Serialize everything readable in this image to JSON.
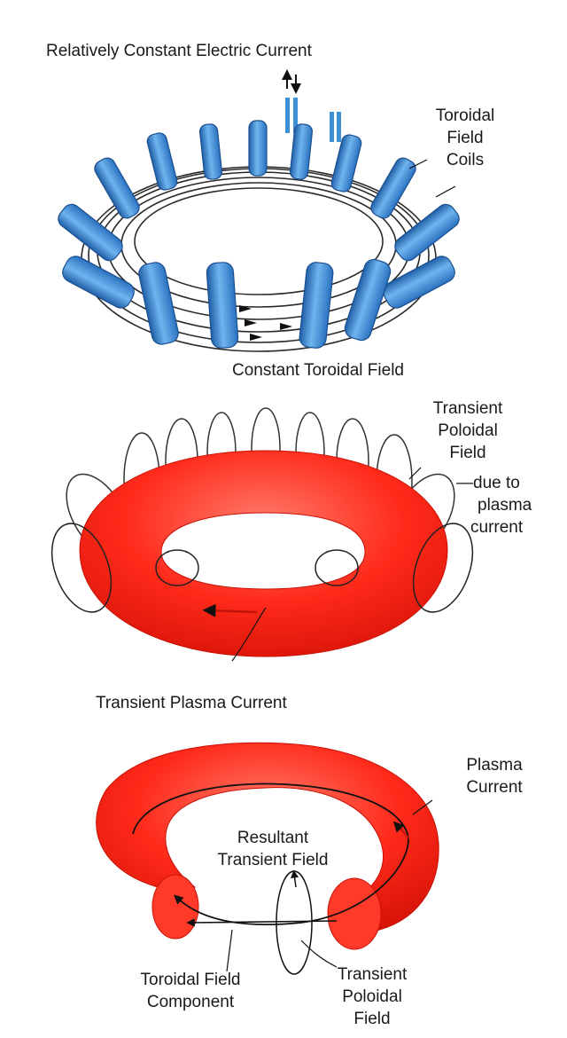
{
  "panel1": {
    "current_label": "Relatively Constant Electric Current",
    "coils_label": [
      "Toroidal",
      "Field",
      "Coils"
    ],
    "field_label": "Constant Toroidal Field"
  },
  "panel2": {
    "poloidal_label": [
      "Transient",
      "Poloidal",
      "Field"
    ],
    "poloidal_note": [
      "—due to",
      "plasma",
      "current"
    ],
    "plasma_label": "Transient Plasma Current"
  },
  "panel3": {
    "plasma_label": [
      "Plasma",
      "Current"
    ],
    "resultant_label": [
      "Resultant",
      "Transient Field"
    ],
    "toroidal_component_label": [
      "Toroidal Field",
      "Component"
    ],
    "poloidal_label": [
      "Transient",
      "Poloidal",
      "Field"
    ]
  },
  "colors": {
    "coil_blue": "#3f8fd6",
    "plasma_red": "#ff2a1a",
    "wire": "#222222"
  }
}
